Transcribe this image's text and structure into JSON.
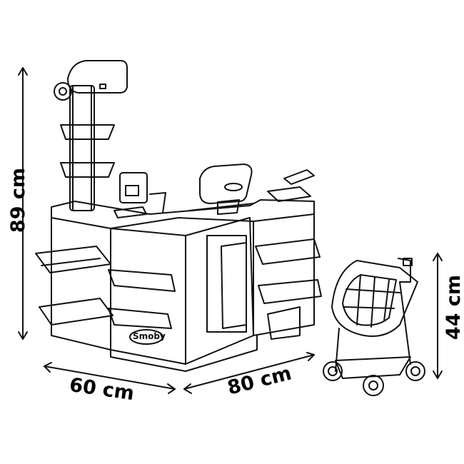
{
  "diagram": {
    "subject": "Toy supermarket checkout counter with shopping cart",
    "brand_logo": "Smoby",
    "dimensions": {
      "height_counter": "89 cm",
      "depth": "60 cm",
      "width": "80 cm",
      "height_cart": "44 cm"
    },
    "colors": {
      "line": "#000000",
      "background": "#ffffff"
    }
  }
}
